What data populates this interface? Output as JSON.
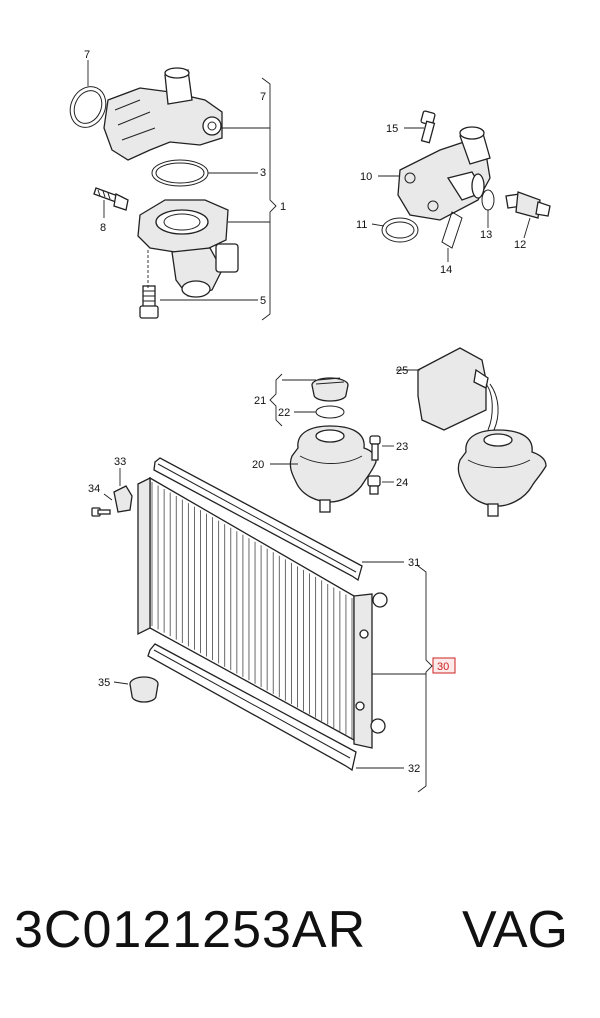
{
  "diagram": {
    "callouts": {
      "c7a": "7",
      "c7b": "7",
      "c3": "3",
      "c1": "1",
      "c8": "8",
      "c5": "5",
      "c15": "15",
      "c10": "10",
      "c11": "11",
      "c14": "14",
      "c13": "13",
      "c12": "12",
      "c25": "25",
      "c21": "21",
      "c22": "22",
      "c23": "23",
      "c20": "20",
      "c24": "24",
      "c33": "33",
      "c34": "34",
      "c31": "31",
      "c30": "30",
      "c35": "35",
      "c32": "32"
    },
    "highlight_color": "#cc2222"
  },
  "footer": {
    "part_number": "3C0121253AR",
    "brand": "VAG"
  }
}
